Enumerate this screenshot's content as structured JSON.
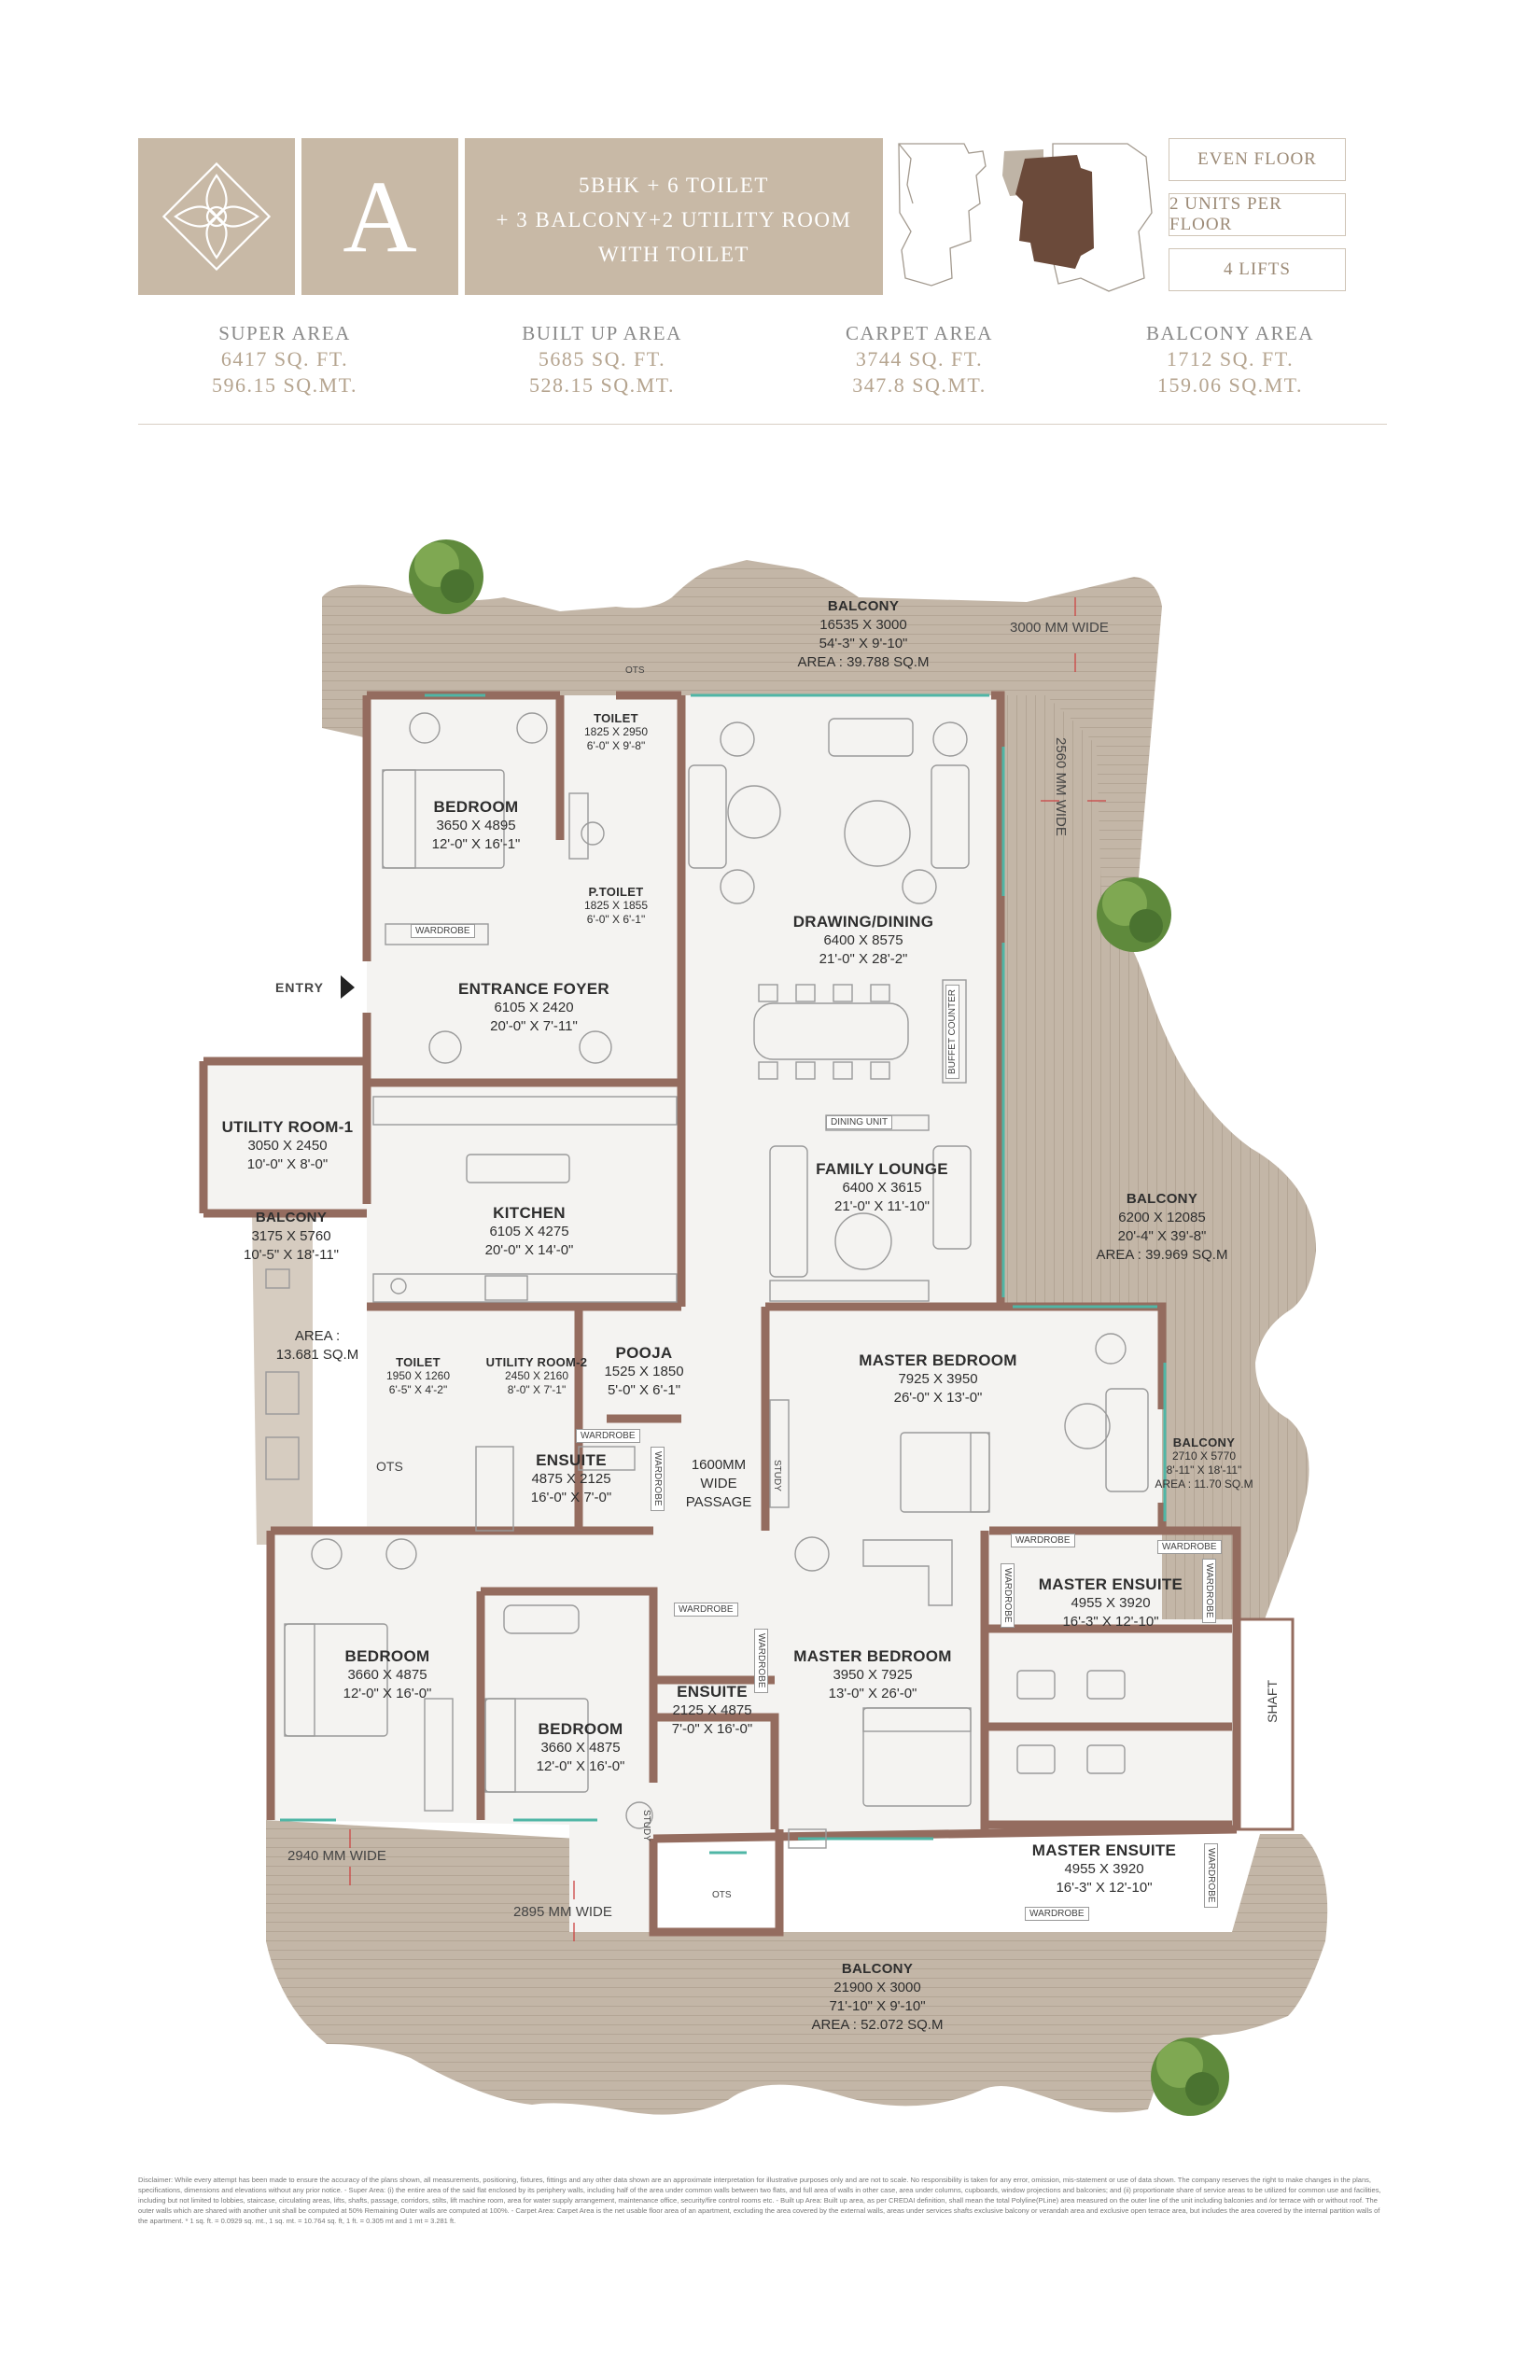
{
  "header": {
    "unit_letter": "A",
    "config_line1": "5BHK + 6 TOILET",
    "config_line2": "+ 3 BALCONY+2 UTILITY ROOM",
    "config_line3": "WITH TOILET",
    "tags": [
      "EVEN FLOOR",
      "2 UNITS PER FLOOR",
      "4 LIFTS"
    ]
  },
  "areas": [
    {
      "title": "SUPER AREA",
      "sqft": "6417 SQ. FT.",
      "sqmt": "596.15 SQ.MT."
    },
    {
      "title": "BUILT UP AREA",
      "sqft": "5685 SQ. FT.",
      "sqmt": "528.15 SQ.MT."
    },
    {
      "title": "CARPET AREA",
      "sqft": "3744 SQ. FT.",
      "sqmt": "347.8 SQ.MT."
    },
    {
      "title": "BALCONY AREA",
      "sqft": "1712 SQ. FT.",
      "sqmt": "159.06 SQ.MT."
    }
  ],
  "rooms": {
    "balcony_top": {
      "name": "BALCONY",
      "l1": "16535 X 3000",
      "l2": "54'-3\" X 9'-10\"",
      "l3": "AREA : 39.788 SQ.M"
    },
    "bedroom_1": {
      "name": "BEDROOM",
      "l1": "3650 X 4895",
      "l2": "12'-0\" X 16'-1\""
    },
    "toilet_1": {
      "name": "TOILET",
      "l1": "1825 X 2950",
      "l2": "6'-0\" X 9'-8\""
    },
    "ptoilet": {
      "name": "P.TOILET",
      "l1": "1825 X 1855",
      "l2": "6'-0\" X 6'-1\""
    },
    "drawing": {
      "name": "DRAWING/DINING",
      "l1": "6400 X 8575",
      "l2": "21'-0\" X 28'-2\""
    },
    "foyer": {
      "name": "ENTRANCE FOYER",
      "l1": "6105 X 2420",
      "l2": "20'-0\" X 7'-11\""
    },
    "utility1": {
      "name": "UTILITY ROOM-1",
      "l1": "3050 X 2450",
      "l2": "10'-0\" X 8'-0\""
    },
    "balcony_left": {
      "name": "BALCONY",
      "l1": "3175 X 5760",
      "l2": "10'-5\" X 18'-11\"",
      "l3": "AREA :",
      "l4": "13.681 SQ.M"
    },
    "kitchen": {
      "name": "KITCHEN",
      "l1": "6105 X 4275",
      "l2": "20'-0\" X 14'-0\""
    },
    "family": {
      "name": "FAMILY LOUNGE",
      "l1": "6400 X 3615",
      "l2": "21'-0\" X 11'-10\""
    },
    "balcony_right": {
      "name": "BALCONY",
      "l1": "6200 X 12085",
      "l2": "20'-4\" X 39'-8\"",
      "l3": "AREA : 39.969 SQ.M"
    },
    "toilet_2": {
      "name": "TOILET",
      "l1": "1950 X 1260",
      "l2": "6'-5\" X 4'-2\""
    },
    "utility2": {
      "name": "UTILITY ROOM-2",
      "l1": "2450 X 2160",
      "l2": "8'-0\" X 7'-1\""
    },
    "pooja": {
      "name": "POOJA",
      "l1": "1525 X 1850",
      "l2": "5'-0\" X 6'-1\""
    },
    "master_bed_1": {
      "name": "MASTER BEDROOM",
      "l1": "7925 X 3950",
      "l2": "26'-0\" X 13'-0\""
    },
    "ensuite_1": {
      "name": "ENSUITE",
      "l1": "4875 X 2125",
      "l2": "16'-0\" X 7'-0\""
    },
    "passage": {
      "l1": "1600MM",
      "l2": "WIDE",
      "l3": "PASSAGE"
    },
    "balcony_small": {
      "name": "BALCONY",
      "l1": "2710 X 5770",
      "l2": "8'-11\" X 18'-11\"",
      "l3": "AREA : 11.70 SQ.M"
    },
    "master_ensuite_1": {
      "name": "MASTER ENSUITE",
      "l1": "4955 X 3920",
      "l2": "16'-3\" X 12'-10\""
    },
    "bedroom_2": {
      "name": "BEDROOM",
      "l1": "3660 X 4875",
      "l2": "12'-0\" X 16'-0\""
    },
    "bedroom_3": {
      "name": "BEDROOM",
      "l1": "3660 X 4875",
      "l2": "12'-0\" X 16'-0\""
    },
    "ensuite_2": {
      "name": "ENSUITE",
      "l1": "2125 X 4875",
      "l2": "7'-0\" X 16'-0\""
    },
    "master_bed_2": {
      "name": "MASTER BEDROOM",
      "l1": "3950 X 7925",
      "l2": "13'-0\" X 26'-0\""
    },
    "master_ensuite_2": {
      "name": "MASTER ENSUITE",
      "l1": "4955 X 3920",
      "l2": "16'-3\" X 12'-10\""
    },
    "balcony_bottom": {
      "name": "BALCONY",
      "l1": "21900 X 3000",
      "l2": "71'-10\" X 9'-10\"",
      "l3": "AREA : 52.072 SQ.M"
    }
  },
  "annotations": {
    "entry": "ENTRY",
    "w3000": "3000 MM WIDE",
    "w2560": "2560 MM WIDE",
    "w2940": "2940 MM WIDE",
    "w2895": "2895 MM WIDE",
    "shaft": "SHAFT",
    "ots": "OTS",
    "wardrobe": "WARDROBE",
    "dining_unit": "DINING UNIT",
    "buffet": "BUFFET COUNTER",
    "study": "STUDY"
  },
  "disclaimer": "Disclaimer: While every attempt has been made to ensure the accuracy of the plans shown, all measurements, positioning, fixtures, fittings and any other data shown are an approximate interpretation for illustrative purposes only and are not to scale. No responsibility is taken for any error, omission, mis-statement or use of data shown. The company reserves the right to make changes in the plans, specifications, dimensions and elevations without any prior notice. - Super Area: (i) the entire area of the said flat enclosed by its periphery walls, including half of the area under common walls between two flats, and full area of walls in other case, area under columns, cupboards, window projections and balconies; and (ii) proportionate share of service areas to be utilized for common use and facilities, including but not limited to lobbies, staircase, circulating areas, lifts, shafts, passage, corridors, stilts, lift machine room, area for water supply arrangement, maintenance office, security/fire control rooms etc. - Built up Area: Built up area, as per CREDAI definition, shall mean the total Polyline(PLine) area measured on the outer line of the unit including balconies and /or terrace with or without roof. The outer walls which are shared with another unit shall be computed at 50% Remaining Outer walls are computed at 100%. - Carpet Area: Carpet Area is the net usable floor area of an apartment, excluding the area covered by the external walls, areas under services shafts exclusive balcony or verandah area and exclusive open terrace area, but includes the area covered by the internal partition walls of the apartment. * 1 sq. ft. = 0.0929 sq. mt., 1 sq. mt. = 10.764 sq. ft, 1 ft. = 0.305 mt and 1 mt = 3.281 ft."
}
